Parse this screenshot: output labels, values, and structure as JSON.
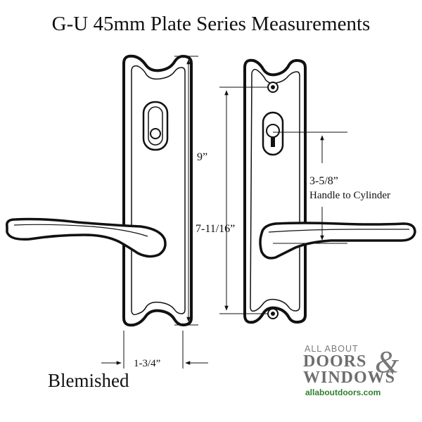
{
  "title": "G-U 45mm Plate Series Measurements",
  "dimensions": {
    "plate_height": "9”",
    "screw_spacing": "7-11/16”",
    "handle_to_cylinder_value": "3-5/8”",
    "handle_to_cylinder_label": "Handle to Cylinder",
    "plate_width": "1-3/4”"
  },
  "condition": "Blemished",
  "logo": {
    "line1": "ALL ABOUT",
    "line2": "DOORS",
    "ampersand": "&",
    "line3": "WINDOWS",
    "url": "allaboutdoors.com"
  }
}
